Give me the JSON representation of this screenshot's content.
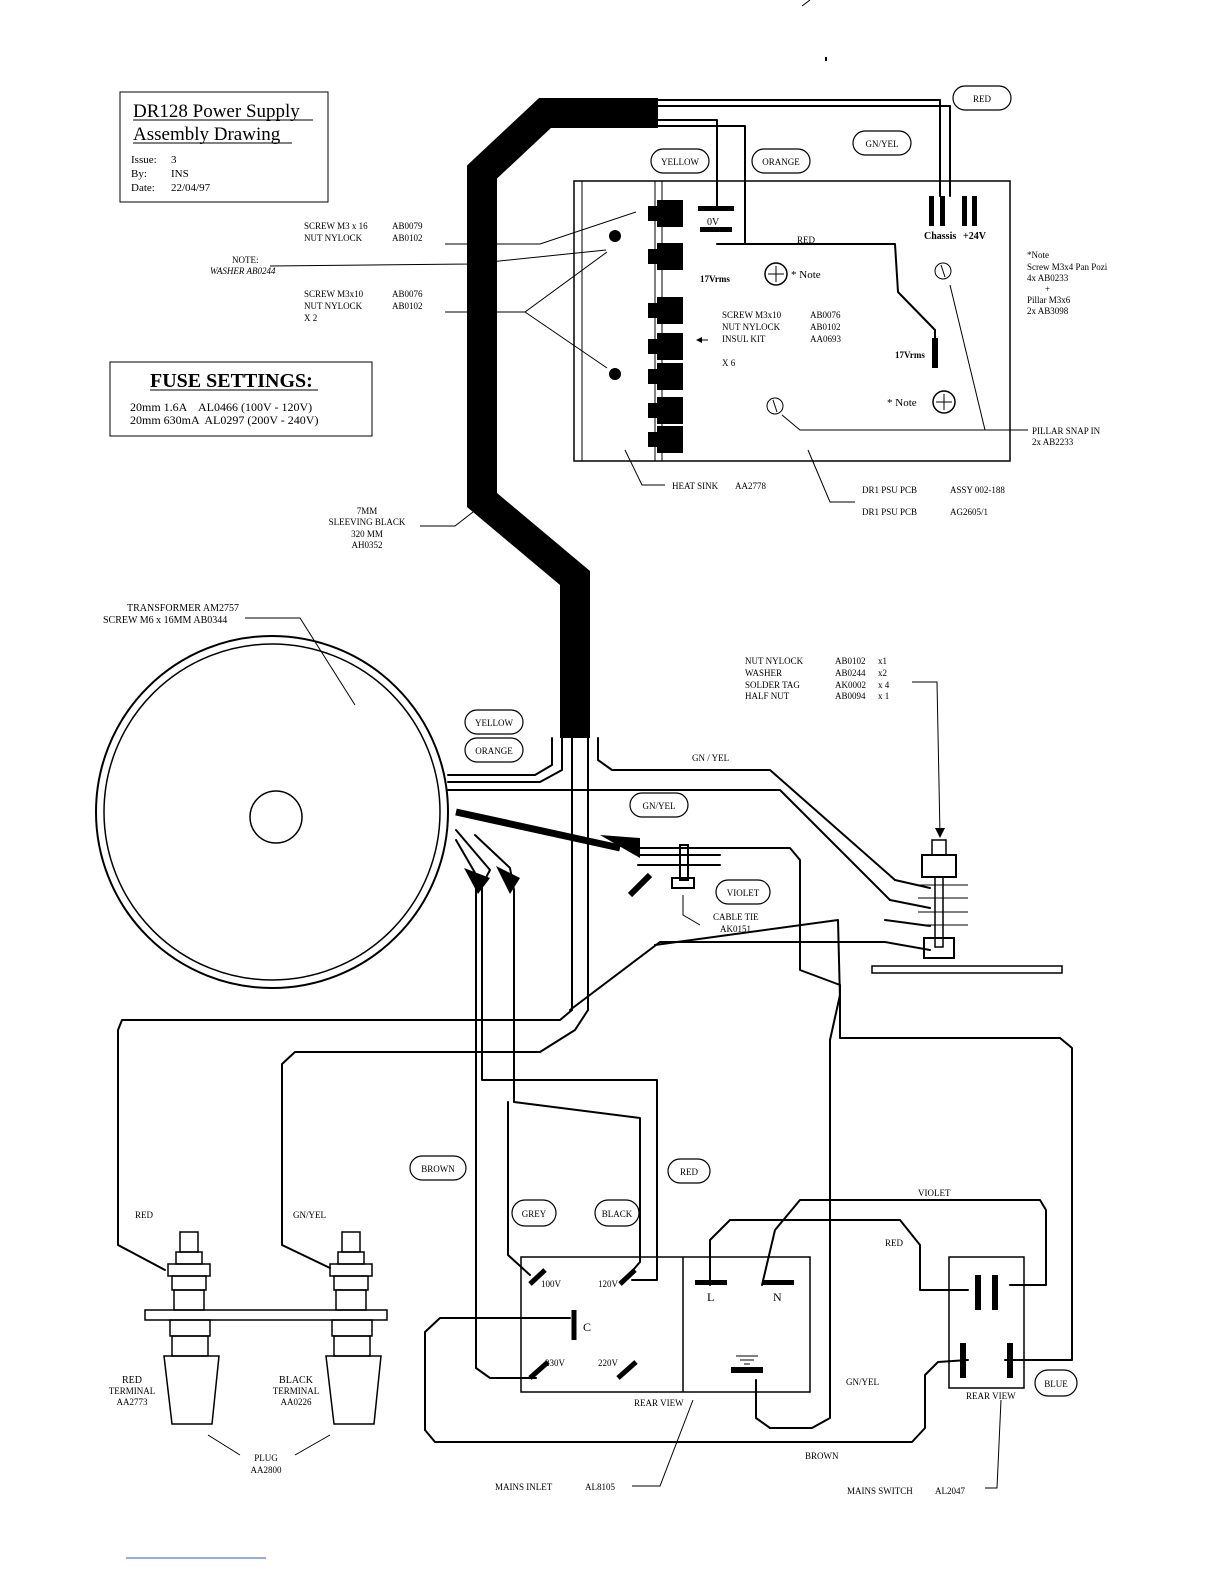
{
  "title_block": {
    "line1": "DR128 Power Supply",
    "line2": "Assembly Drawing",
    "issue_label": "Issue:",
    "issue": "3",
    "by_label": "By:",
    "by": "INS",
    "date_label": "Date:",
    "date": "22/04/97"
  },
  "fuse": {
    "title": "FUSE SETTINGS:",
    "row1": "20mm 1.6A    AL0466 (100V - 120V)",
    "row2": "20mm 630mA  AL0297 (200V - 240V)"
  },
  "wire_tags": {
    "red_top": "RED",
    "gnyel_top": "GN/YEL",
    "yellow_top": "YELLOW",
    "orange_top": "ORANGE",
    "yellow_tx": "YELLOW",
    "orange_tx": "ORANGE",
    "gnyel_mid": "GN/YEL",
    "violet": "VIOLET",
    "brown": "BROWN",
    "red_mid": "RED",
    "grey": "GREY",
    "black": "BLACK",
    "blue": "BLUE"
  },
  "labels": {
    "screw_m3x16": "SCREW M3 x 16",
    "nut_nylock_1": "NUT NYLOCK",
    "ab0079": "AB0079",
    "ab0102_1": "AB0102",
    "note": "NOTE:",
    "washer_note": "WASHER  AB0244",
    "screw_m3x10": "SCREW M3x10",
    "nut_nylock_2": "NUT NYLOCK",
    "x2": "X 2",
    "ab0076": "AB0076",
    "ab0102_2": "AB0102",
    "pcb_screw": "SCREW M3x10",
    "pcb_nut": "NUT NYLOCK",
    "pcb_insul": "INSUL KIT",
    "pcb_x6": "X 6",
    "pcb_ab0076": "AB0076",
    "pcb_ab0102": "AB0102",
    "pcb_aa0693": "AA0693",
    "ov": "0V",
    "vrms_1": "17Vrms",
    "vrms_2": "17Vrms",
    "red_wire": "RED",
    "chassis": "Chassis",
    "plus24": "+24V",
    "note_star_1": "* Note",
    "note_star_2": "* Note",
    "side_note_1": "*Note",
    "side_note_2": "Screw M3x4 Pan Pozi",
    "side_note_3": "4x AB0233",
    "side_note_4": "+",
    "side_note_5": "Pillar M3x6",
    "side_note_6": "2x AB3098",
    "pillar_1": "PILLAR SNAP IN",
    "pillar_2": "2x AB2233",
    "heat_sink": "HEAT SINK",
    "aa2778": "AA2778",
    "pcb1": "DR1 PSU PCB",
    "pcb1_code": "ASSY 002-188",
    "pcb2": "DR1 PSU PCB",
    "pcb2_code": "AG2605/1",
    "sleeve_1": "7MM",
    "sleeve_2": "SLEEVING BLACK",
    "sleeve_3": "320 MM",
    "sleeve_4": "AH0352",
    "tx_1": "TRANSFORMER AM2757",
    "tx_2": "SCREW M6 x 16MM AB0344",
    "hw_nut": "NUT NYLOCK",
    "hw_washer": "WASHER",
    "hw_tag": "SOLDER TAG",
    "hw_half": "HALF NUT",
    "hw_c1": "AB0102",
    "hw_c2": "AB0244",
    "hw_c3": "AK0002",
    "hw_c4": "AB0094",
    "hw_q1": "x1",
    "hw_q2": "x2",
    "hw_q3": "x 4",
    "hw_q4": "x 1",
    "gn_yel_wire": "GN / YEL",
    "cable_tie_1": "CABLE TIE",
    "cable_tie_2": "AK0151",
    "red_left": "RED",
    "gnyel_left": "GN/YEL",
    "red_term_1": "RED",
    "red_term_2": "TERMINAL",
    "red_term_3": "AA2773",
    "blk_term_1": "BLACK",
    "blk_term_2": "TERMINAL",
    "blk_term_3": "AA0226",
    "plug_1": "PLUG",
    "plug_2": "AA2800",
    "v100": "100V",
    "v120": "120V",
    "v230": "230V",
    "v220": "220V",
    "c": "C",
    "l": "L",
    "n": "N",
    "rear_view_1": "REAR VIEW",
    "rear_view_2": "REAR VIEW",
    "violet_wire": "VIOLET",
    "red_right": "RED",
    "gnyel_right": "GN/YEL",
    "brown_bottom": "BROWN",
    "mains_inlet": "MAINS INLET",
    "al8105": "AL8105",
    "mains_switch": "MAINS SWITCH",
    "al2047": "AL2047"
  }
}
